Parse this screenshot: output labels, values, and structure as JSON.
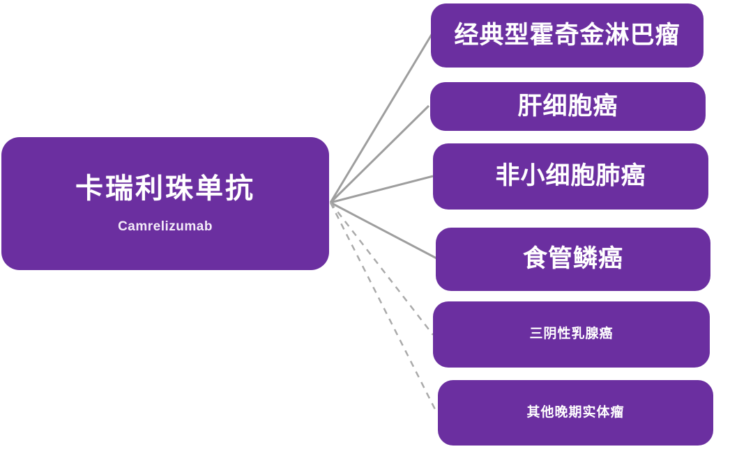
{
  "diagram": {
    "type": "radial-relationship",
    "background_color": "#FFFFFF",
    "node_color": "#6B2FA0",
    "connector_color": "#9E9E9E",
    "text_color": "#FFFFFF",
    "root": {
      "title": "卡瑞利珠单抗",
      "subtitle": "Camrelizumab"
    },
    "branches": [
      {
        "label": "经典型霍奇金淋巴瘤",
        "connector_style": "solid",
        "emphasis": "large"
      },
      {
        "label": "肝细胞癌",
        "connector_style": "solid",
        "emphasis": "large"
      },
      {
        "label": "非小细胞肺癌",
        "connector_style": "solid",
        "emphasis": "large"
      },
      {
        "label": "食管鳞癌",
        "connector_style": "solid",
        "emphasis": "large"
      },
      {
        "label": "三阴性乳腺癌",
        "connector_style": "dashed",
        "emphasis": "small"
      },
      {
        "label": "其他晚期实体瘤",
        "connector_style": "dashed",
        "emphasis": "small"
      }
    ]
  }
}
